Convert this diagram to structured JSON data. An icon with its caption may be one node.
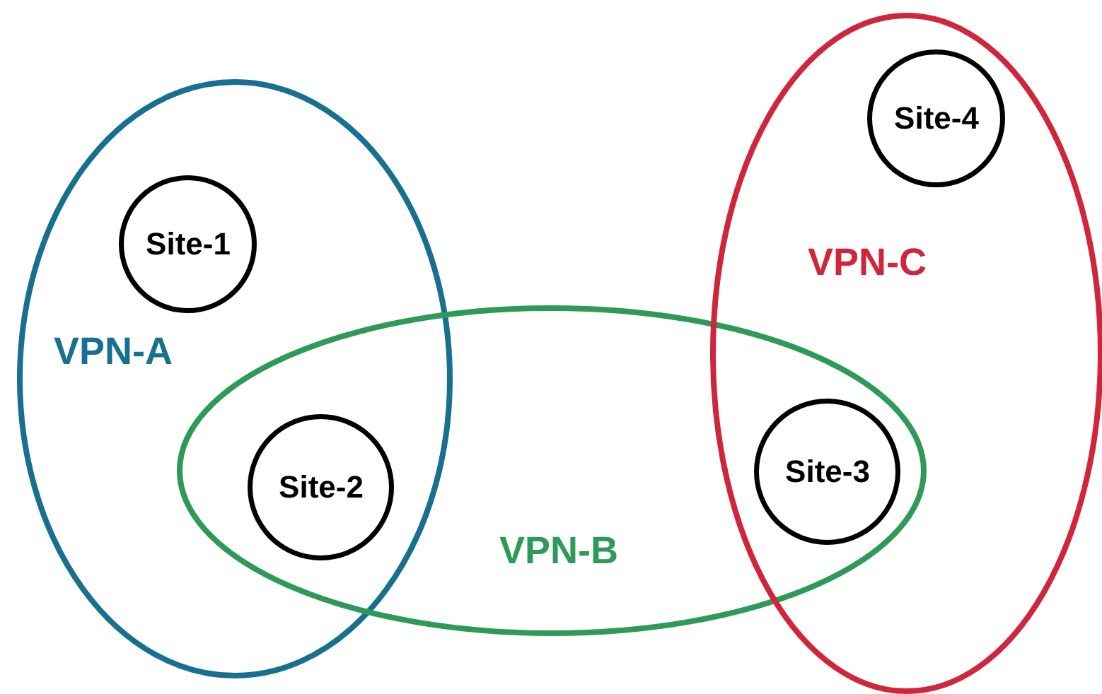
{
  "diagram": {
    "nodes": [
      {
        "text": [
          "VPN-A"
        ]
      },
      {
        "text": [
          "Site-1"
        ],
        "in": 0
      },
      {
        "text": [
          "VPN-B"
        ]
      },
      {
        "text": [
          "Site-2"
        ]
      },
      {
        "text": [
          "VPN-C"
        ]
      },
      {
        "text": [
          "Site-4"
        ],
        "in": 4
      },
      {
        "text": [
          "Site-3"
        ]
      }
    ]
  }
}
